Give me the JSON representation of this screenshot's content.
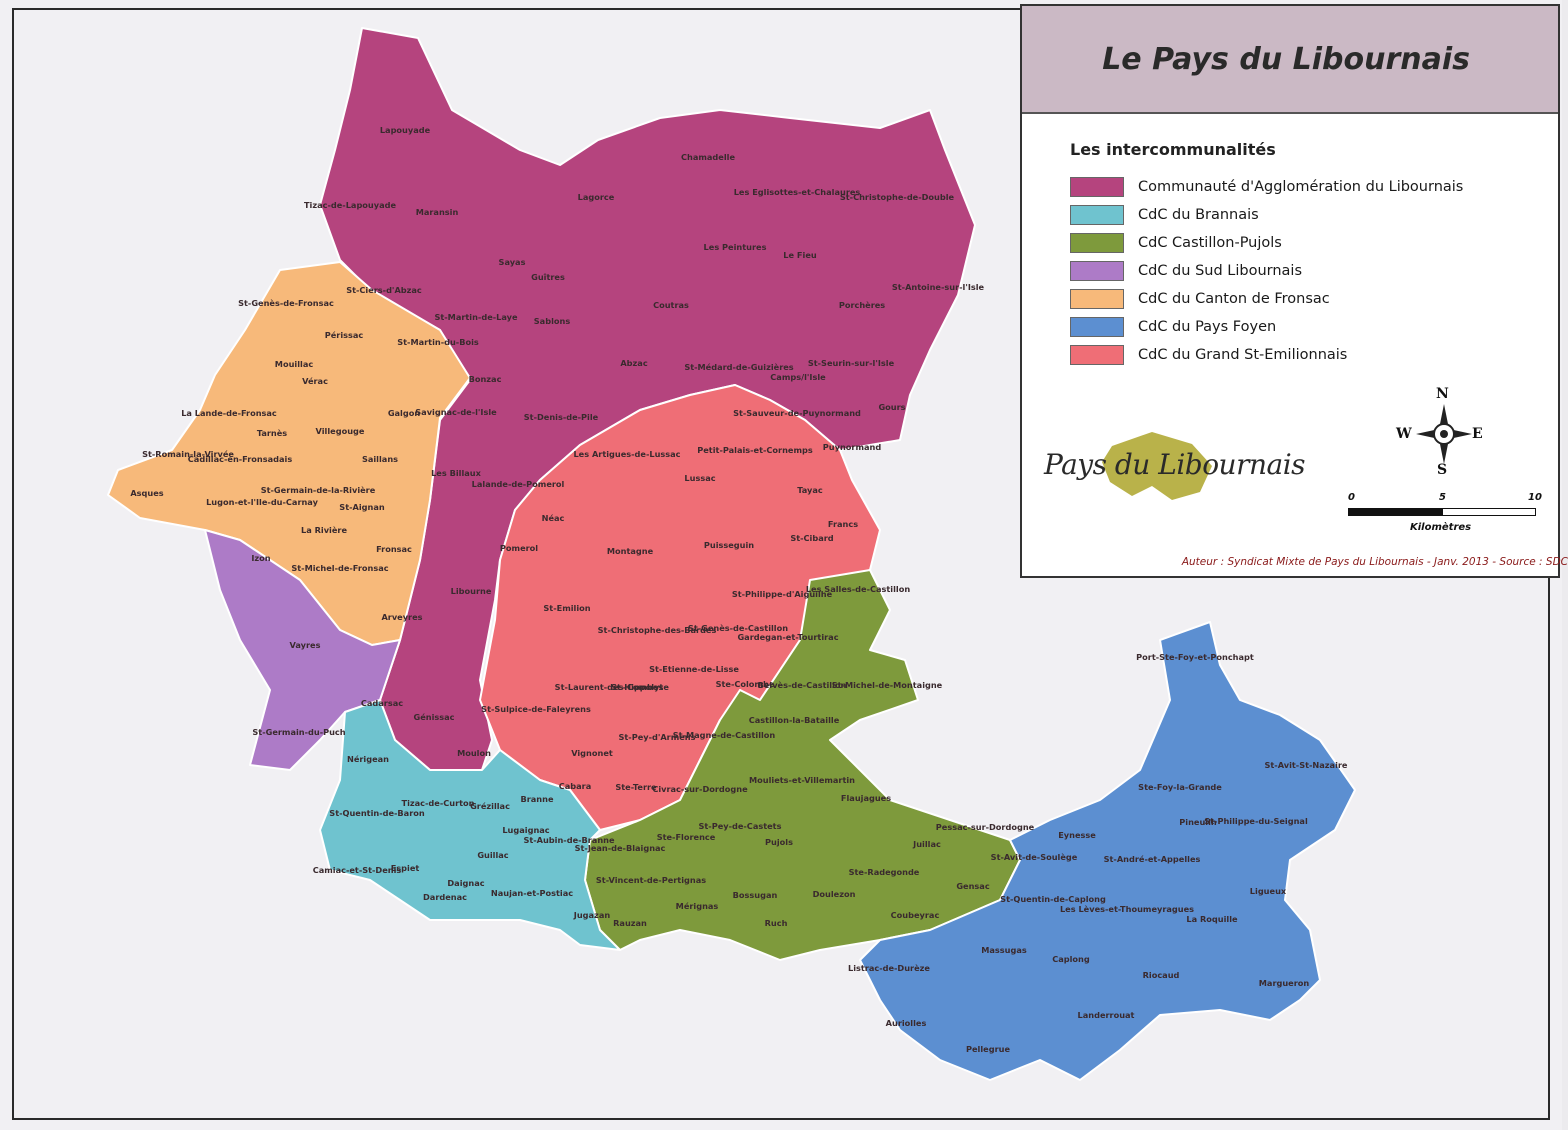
{
  "legend": {
    "title": "Le Pays du Libournais",
    "subtitle": "Les intercommunalités",
    "items": [
      {
        "label": "Communauté d'Agglomération du Libournais",
        "color": "#b5447e"
      },
      {
        "label": "CdC du Brannais",
        "color": "#6fc3cf"
      },
      {
        "label": "CdC Castillon-Pujols",
        "color": "#7e9a3c"
      },
      {
        "label": "CdC du Sud Libournais",
        "color": "#ad7bc7"
      },
      {
        "label": "CdC du Canton de Fronsac",
        "color": "#f7b97a"
      },
      {
        "label": "CdC du Pays Foyen",
        "color": "#5c8fd1"
      },
      {
        "label": "CdC du Grand St-Emilionnais",
        "color": "#ef6e76"
      }
    ],
    "logo_text": "Pays du Libournais",
    "compass": {
      "n": "N",
      "s": "S",
      "e": "E",
      "w": "W"
    },
    "scale": {
      "labels": [
        "0",
        "5",
        "10"
      ],
      "unit": "Kilomètres"
    },
    "credit": "Auteur : Syndicat Mixte de Pays du Libournais - Janv. 2013 - Source : SDC"
  },
  "towns": {
    "cali": [
      "Lapouyade",
      "Tizac-de-Lapouyade",
      "Maransin",
      "Chamadelle",
      "Lagorce",
      "Les Eglisottes-et-Chalaures",
      "St-Christophe-de-Double",
      "Les Peintures",
      "Le Fieu",
      "St-Antoine-sur-l'Isle",
      "Sayas",
      "Guîtres",
      "St-Ciers-d'Abzac",
      "St-Martin-de-Laye",
      "Sablons",
      "Coutras",
      "Porchères",
      "St-Martin-du-Bois",
      "Bonzac",
      "Abzac",
      "St-Médard-de-Guizières",
      "Camps/l'Isle",
      "St-Seurin-sur-l'Isle",
      "Savignac-de-l'Isle",
      "St-Denis-de-Pile",
      "St-Sauveur-de-Puynormand",
      "Gours",
      "Puynormand",
      "Les Billaux",
      "Lalande-de-Pomerol",
      "Pomerol",
      "Libourne",
      "Génissac",
      "Moulon"
    ],
    "grand_st_emilionnais": [
      "Les Artigues-de-Lussac",
      "Petit-Palais-et-Cornemps",
      "Lussac",
      "Tayac",
      "Néac",
      "Francs",
      "Montagne",
      "Puisseguin",
      "St-Cibard",
      "St-Emilion",
      "St-Philippe-d'Aiguilhe",
      "St-Genès-de-Castillon",
      "St-Christophe-des-Bardes",
      "Gardegan-et-Tourtirac",
      "St-Laurent-des-Combes",
      "St-Hippolyte",
      "St-Etienne-de-Lisse",
      "St-Sulpice-de-Faleyrens",
      "Vignonet",
      "St-Pey-d'Armens",
      "Ste-Terre"
    ],
    "fronsac": [
      "St-Genès-de-Fronsac",
      "Périssac",
      "Mouillac",
      "Vérac",
      "La Lande-de-Fronsac",
      "Galgon",
      "Villegouge",
      "Tarnès",
      "St-Romain-la-Virvée",
      "Cadillac-en-Fronsadais",
      "Saillans",
      "Asques",
      "Lugon-et-l'Ile-du-Carnay",
      "St-Germain-de-la-Rivière",
      "St-Aignan",
      "La Rivière",
      "Fronsac",
      "St-Michel-de-Fronsac"
    ],
    "sud_libournais": [
      "Izon",
      "Vayres",
      "Arveyres",
      "Cadarsac",
      "St-Germain-du-Puch"
    ],
    "castillon_pujols": [
      "Les Salles-de-Castillon",
      "St-Michel-de-Montaigne",
      "Ste-Colombe",
      "Belvès-de-Castillon",
      "Castillon-la-Bataille",
      "St-Magne-de-Castillon",
      "Civrac-sur-Dordogne",
      "Mouliets-et-Villemartin",
      "Flaujagues",
      "St-Pey-de-Castets",
      "Ste-Florence",
      "Pujols",
      "St-Jean-de-Blaignac",
      "St-Vincent-de-Pertignas",
      "Mérignas",
      "Bossugan",
      "Doulezon",
      "Ste-Radegonde",
      "Juillac",
      "Pessac-sur-Dordogne",
      "Gensac",
      "Coubeyrac",
      "Rauzan",
      "Ruch"
    ],
    "brannais": [
      "Nérigean",
      "St-Quentin-de-Baron",
      "Tizac-de-Curton",
      "Grézillac",
      "Branne",
      "Cabara",
      "Camiac-et-St-Denis",
      "Espiet",
      "Lugaignac",
      "St-Aubin-de-Branne",
      "Guillac",
      "Daignac",
      "Dardenac",
      "Naujan-et-Postiac",
      "Jugazan"
    ],
    "pays_foyen": [
      "Port-Ste-Foy-et-Ponchapt",
      "St-Avit-St-Nazaire",
      "Ste-Foy-la-Grande",
      "Pineuilh",
      "St-Philippe-du-Seignal",
      "Eynesse",
      "St-Avit-de-Soulège",
      "St-André-et-Appelles",
      "Ligueux",
      "St-Quentin-de-Caplong",
      "Les Lèves-et-Thoumeyragues",
      "La Roquille",
      "Listrac-de-Durèze",
      "Massugas",
      "Caplong",
      "Riocaud",
      "Margueron",
      "Landerrouat",
      "Auriolles",
      "Pellegrue"
    ]
  }
}
